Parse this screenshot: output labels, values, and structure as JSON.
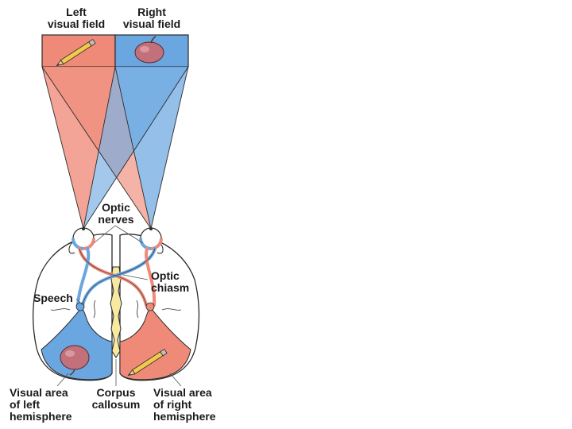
{
  "labels": {
    "left_field_1": "Left",
    "left_field_2": "visual field",
    "right_field_1": "Right",
    "right_field_2": "visual field",
    "optic_nerves_1": "Optic",
    "optic_nerves_2": "nerves",
    "optic_chiasm_1": "Optic",
    "optic_chiasm_2": "chiasm",
    "speech": "Speech",
    "visual_left_1": "Visual area",
    "visual_left_2": "of left",
    "visual_left_3": "hemisphere",
    "corpus_1": "Corpus",
    "corpus_2": "callosum",
    "visual_right_1": "Visual area",
    "visual_right_2": "of right",
    "visual_right_3": "hemisphere"
  },
  "colors": {
    "left_field": "#ef8a78",
    "right_field": "#6aa6e0",
    "overlap": "#9a6c86",
    "brain_fill": "#ffffff",
    "corpus_callosum": "#f7eaa0",
    "outline": "#2b2b2b"
  },
  "icons": {
    "left_field_object": "pencil-icon",
    "right_field_object": "apple-icon"
  }
}
